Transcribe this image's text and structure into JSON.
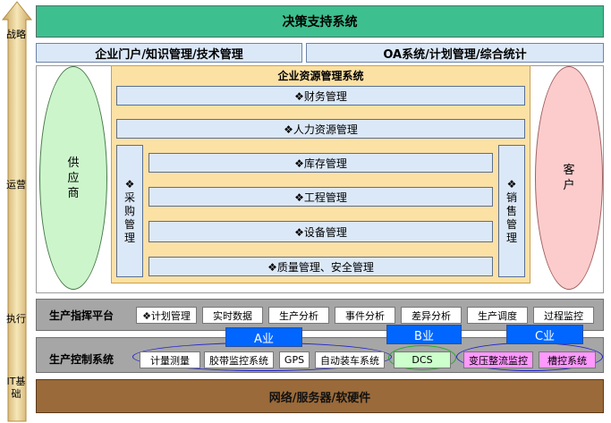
{
  "side_labels": [
    "战略",
    "运营",
    "执行",
    "IT基础"
  ],
  "decision": "决策支持系统",
  "portal_left": "企业门户/知识管理/技术管理",
  "portal_right": "OA系统/计划管理/综合统计",
  "supplier": "供应商",
  "customer": "客户",
  "erp": {
    "title": "企业资源管理系统",
    "finance": "❖财务管理",
    "hr": "❖人力资源管理",
    "purchase": "❖采购管理",
    "sales": "❖销售管理",
    "inventory": "❖库存管理",
    "engineering": "❖工程管理",
    "equipment": "❖设备管理",
    "quality": "❖质量管理、安全管理"
  },
  "command": {
    "title": "生产指挥平台",
    "items": [
      "❖计划管理",
      "实时数据",
      "生产分析",
      "事件分析",
      "差异分析",
      "生产调度",
      "过程监控"
    ]
  },
  "control": {
    "title": "生产控制系统",
    "items": [
      "计量测量",
      "胶带监控系统",
      "GPS",
      "自动装车系统",
      "DCS",
      "变压整流监控",
      "槽控系统"
    ]
  },
  "industries": [
    "A业",
    "B业",
    "C业"
  ],
  "network": "网络/服务器/软硬件",
  "colors": {
    "teal": "#3dbf8f",
    "light_blue": "#dbe8f7",
    "erp_fill": "#fce1a4",
    "supplier_fill": "#ccf5cc",
    "customer_fill": "#fccccc",
    "gray": "#a6a6a6",
    "brown": "#9a6a3a",
    "industry_blue": "#0066ff",
    "dcs_green": "#ccffcc",
    "pink": "#ff99ff"
  }
}
